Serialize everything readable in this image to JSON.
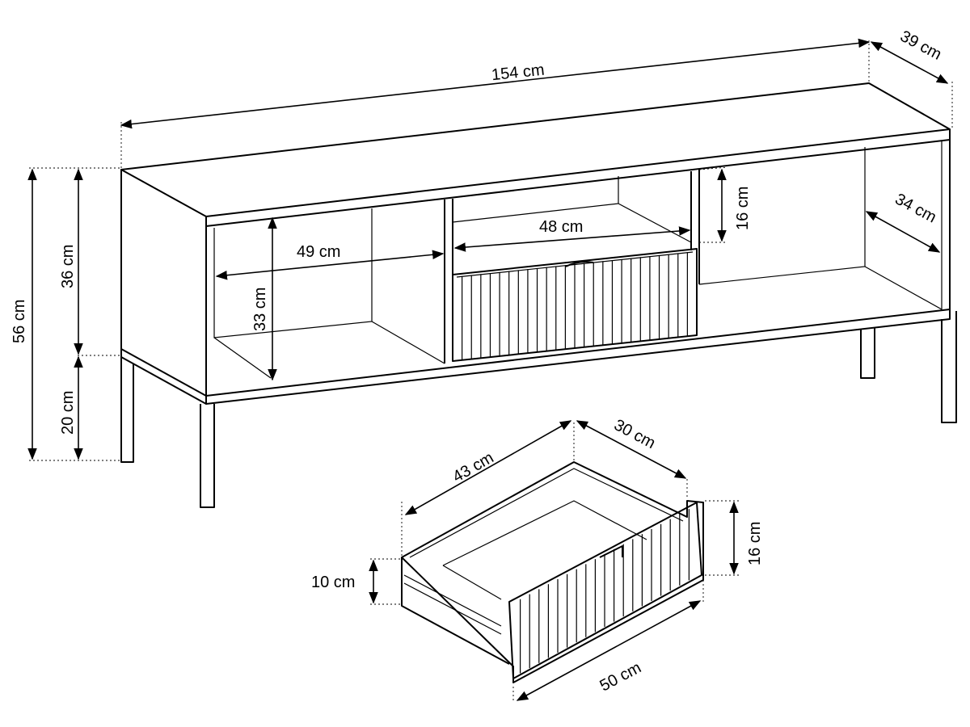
{
  "dimensions": {
    "total_width": "154 cm",
    "depth": "39 cm",
    "total_height": "56 cm",
    "body_height": "36 cm",
    "leg_height": "20 cm",
    "left_compartment_width": "49 cm",
    "compartment_height": "33 cm",
    "middle_shelf_width": "48 cm",
    "middle_shelf_height": "16 cm",
    "inner_depth": "34 cm"
  },
  "drawer": {
    "inner_length": "43 cm",
    "inner_depth": "30 cm",
    "front_height": "16 cm",
    "side_height": "10 cm",
    "front_width": "50 cm"
  }
}
